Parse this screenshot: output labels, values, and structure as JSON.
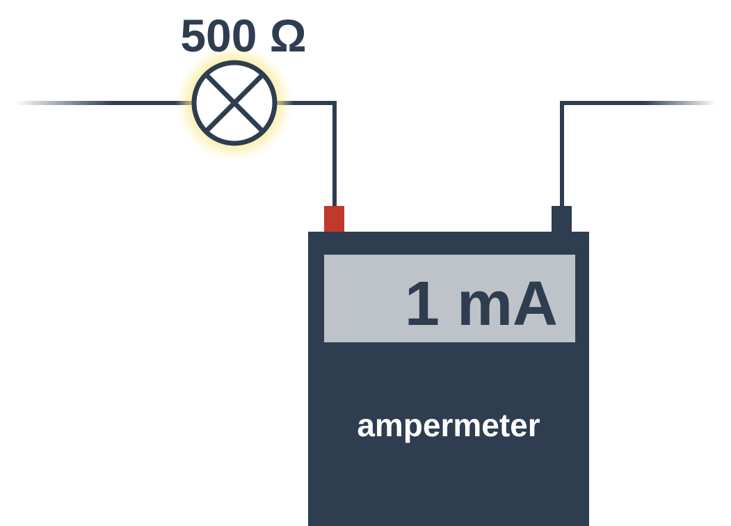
{
  "lamp": {
    "resistance_label": "500 Ω",
    "glow_color": "#f6e27a"
  },
  "ampermeter": {
    "reading": "1 mA",
    "label": "ampermeter"
  },
  "colors": {
    "wire": "#2e3d50",
    "body": "#2e3d50",
    "display": "#bdc3c8",
    "positive_terminal": "#c0392b",
    "negative_terminal": "#2e3d50",
    "label_text": "#ffffff"
  }
}
